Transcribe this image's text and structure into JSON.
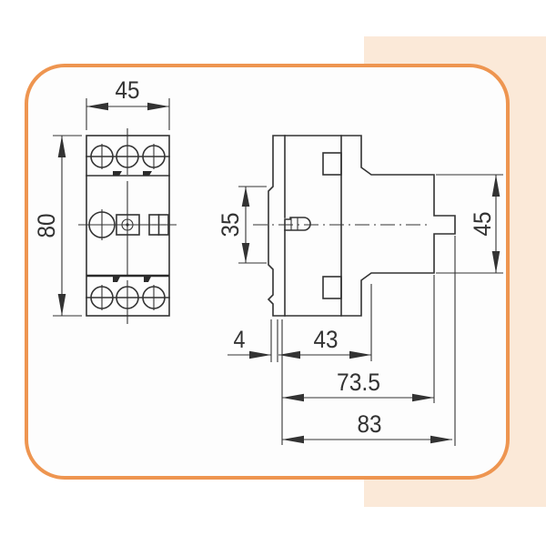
{
  "page": {
    "background_color": "#ffffff",
    "side_panel_color": "#fbe9d8",
    "card": {
      "border_color": "#ee9550",
      "background_color": "#fdfdfd"
    }
  },
  "drawing": {
    "kind": "engineering-dimension-drawing",
    "line_color": "#333333",
    "front_view": {
      "terminals_top": 3,
      "terminals_bottom": 3
    },
    "dimensions": {
      "front_width": "45",
      "front_height": "80",
      "side_recess_height": "35",
      "side_rear_height": "45",
      "front_protrusion_depth": "4",
      "body_depth": "43",
      "mid_depth": "73.5",
      "total_depth": "83"
    }
  }
}
